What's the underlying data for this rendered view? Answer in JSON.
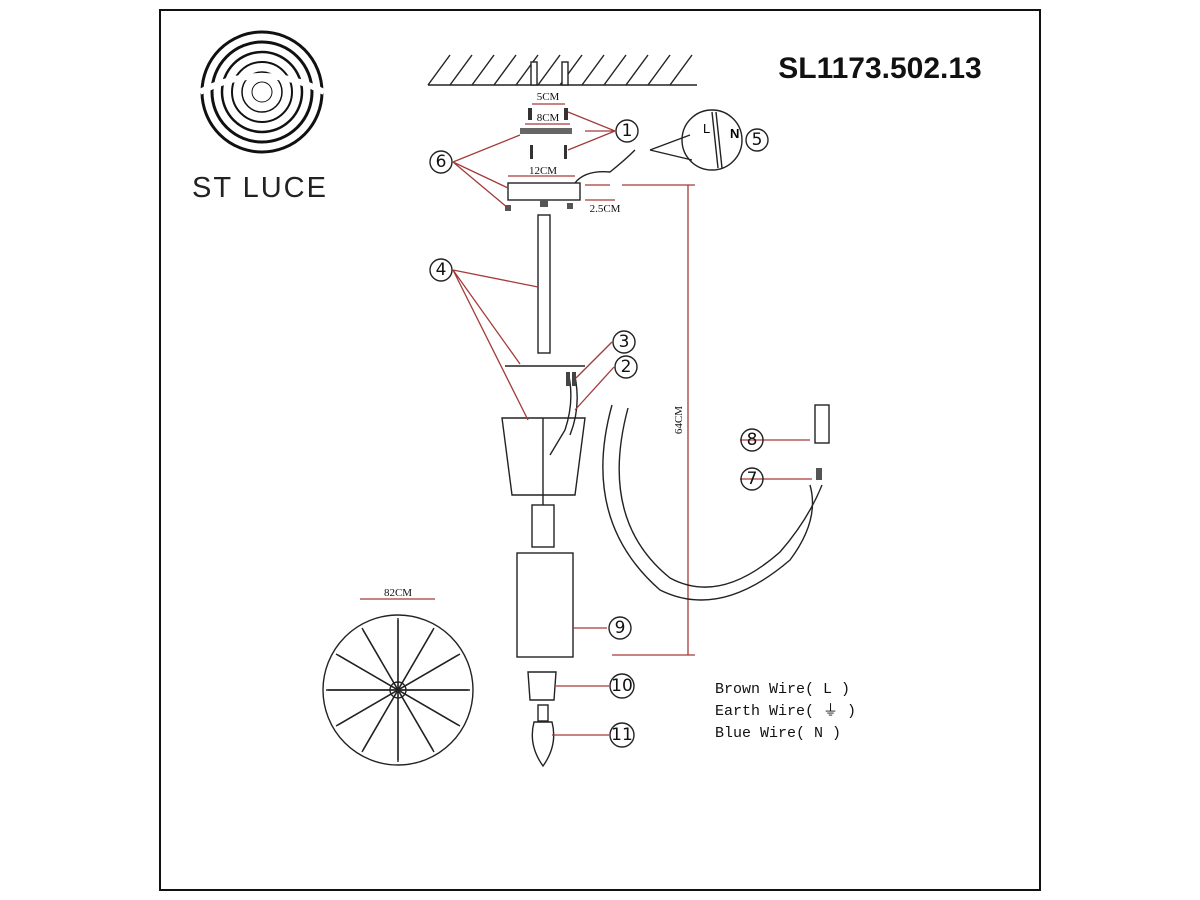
{
  "brand": {
    "name": "ST LUCE"
  },
  "title": "SL1173.502.13",
  "dimensions": {
    "d5": "5CM",
    "d8": "8CM",
    "d12": "12CM",
    "d25": "2.5CM",
    "d64": "64CM",
    "d82": "82CM"
  },
  "wiring_inset": {
    "live": "L",
    "neutral": "N"
  },
  "callouts": [
    "1",
    "2",
    "3",
    "4",
    "5",
    "6",
    "7",
    "8",
    "9",
    "10",
    "11"
  ],
  "legend": [
    "Brown Wire( L )",
    "Earth Wire( ⏚ )",
    "Blue Wire( N )"
  ],
  "colors": {
    "leader": "#a33a3a",
    "line": "#222222"
  }
}
